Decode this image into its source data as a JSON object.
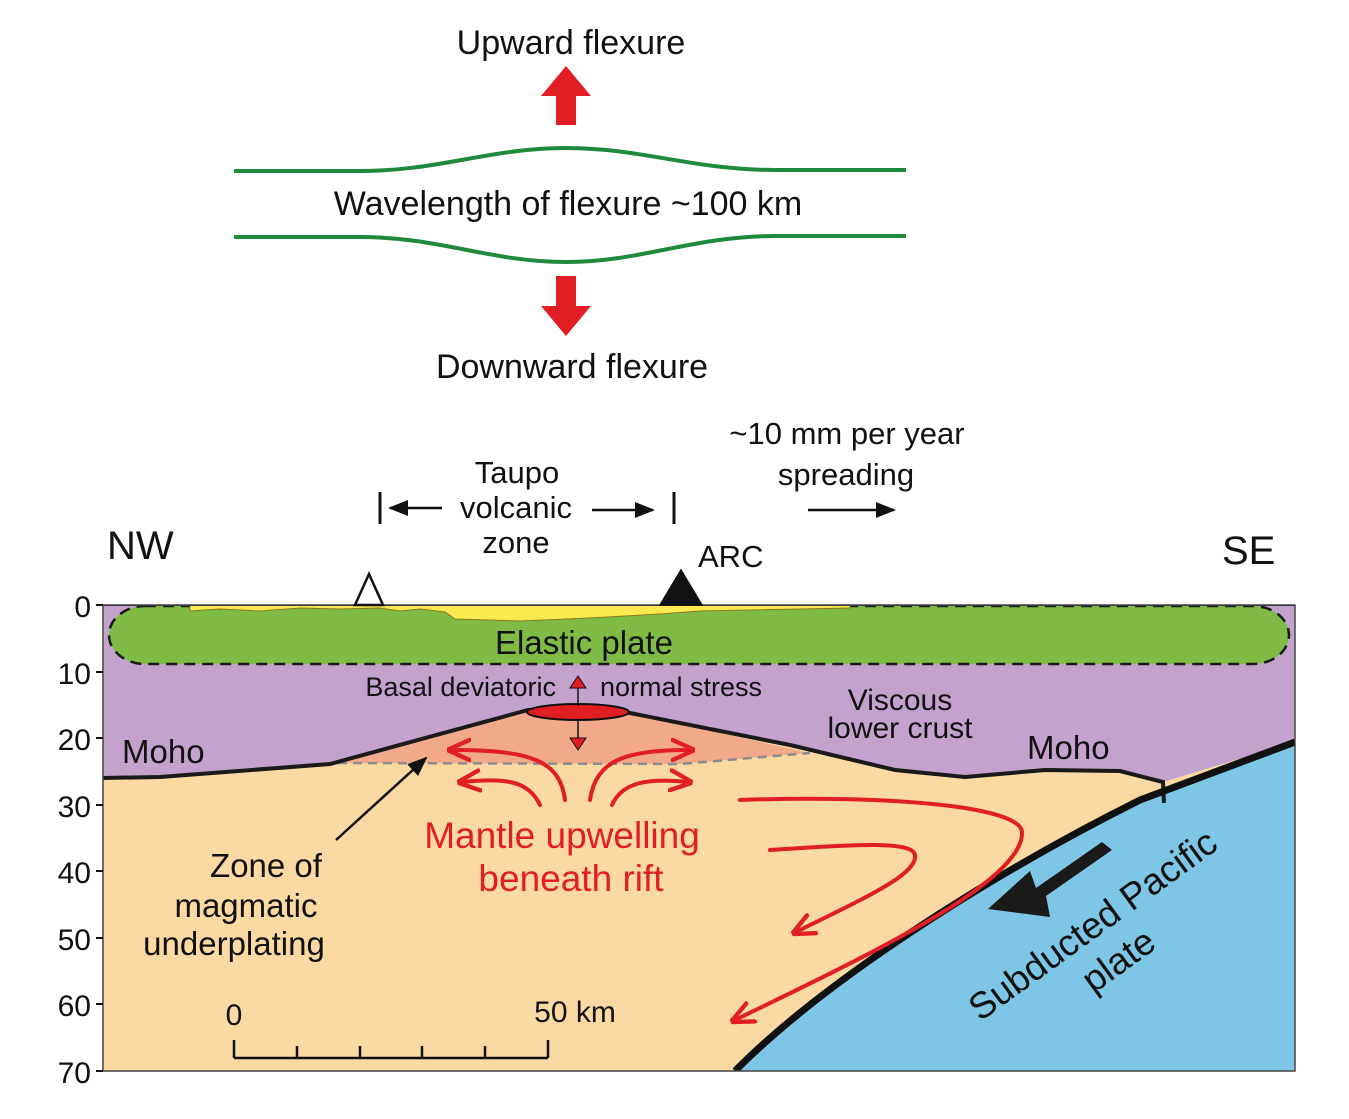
{
  "flexure": {
    "up_label": "Upward flexure",
    "wavelength_label": "Wavelength of flexure ~100 km",
    "down_label": "Downward flexure"
  },
  "section": {
    "direction_left": "NW",
    "direction_right": "SE",
    "taupo_line1": "Taupo",
    "taupo_line2": "volcanic",
    "taupo_line3": "zone",
    "spreading_line1": "~10 mm per year",
    "spreading_line2": "spreading",
    "arc_label": "ARC",
    "elastic_plate": "Elastic plate",
    "basal_stress_left": "Basal deviatoric",
    "basal_stress_right": "normal stress",
    "viscous_line1": "Viscous",
    "viscous_line2": "lower crust",
    "moho_left": "Moho",
    "moho_right": "Moho",
    "mantle_line1": "Mantle upwelling",
    "mantle_line2": "beneath rift",
    "underplating_line1": "Zone of",
    "underplating_line2": "magmatic",
    "underplating_line3": "underplating",
    "subducted_line1": "Subducted Pacific",
    "subducted_line2": "plate"
  },
  "depth_axis": {
    "ticks": [
      "0",
      "10",
      "20",
      "30",
      "40",
      "50",
      "60",
      "70"
    ]
  },
  "scale_bar": {
    "start_label": "0",
    "end_label": "50 km"
  },
  "colors": {
    "flexure_line": "#1f8a3c",
    "arrow_red": "#e01e24",
    "crust_purple": "#c3a3cd",
    "mantle_tan": "#fbd9a3",
    "elastic_green": "#7fbb45",
    "underplate_salmon": "#f2a98a",
    "sediment_yellow": "#fce94f",
    "slab_blue": "#7ec6e6"
  }
}
